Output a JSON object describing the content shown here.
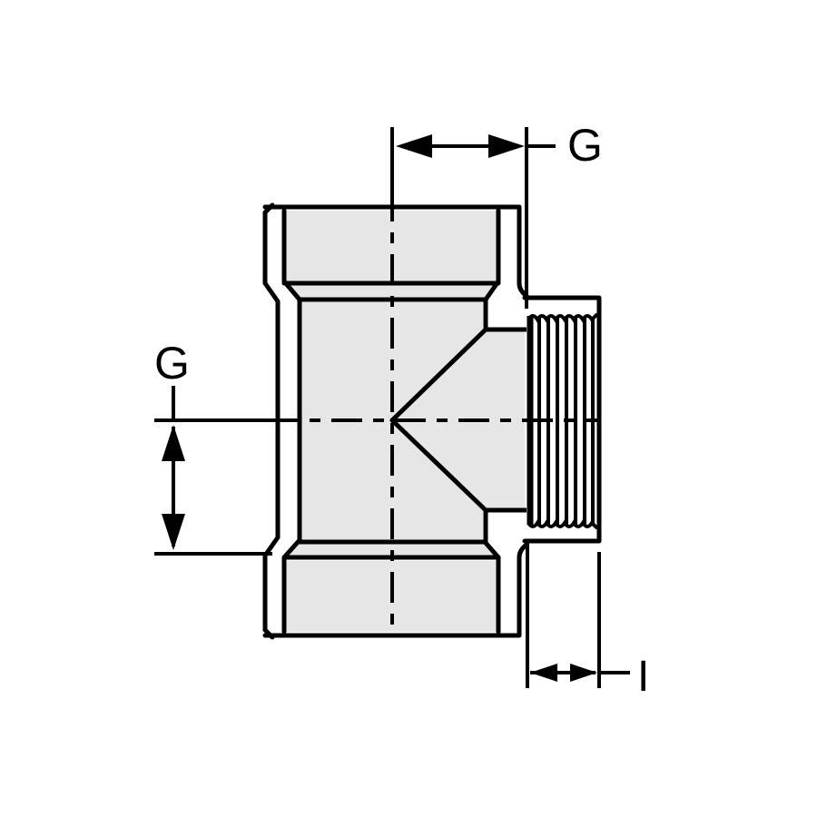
{
  "diagram": {
    "subject": "Pipe tee fitting with threaded side outlet",
    "colors": {
      "line": "#000000",
      "body_fill": "#e6e6e6",
      "background": "#ffffff"
    },
    "labels": {
      "top_dimension": "G",
      "left_dimension": "G",
      "thread_dimension": "I"
    },
    "parts": [
      "run-socket-top",
      "run-socket-bottom",
      "run-body",
      "branch-outlet",
      "threaded-end",
      "centerline-vertical",
      "centerline-horizontal"
    ]
  }
}
